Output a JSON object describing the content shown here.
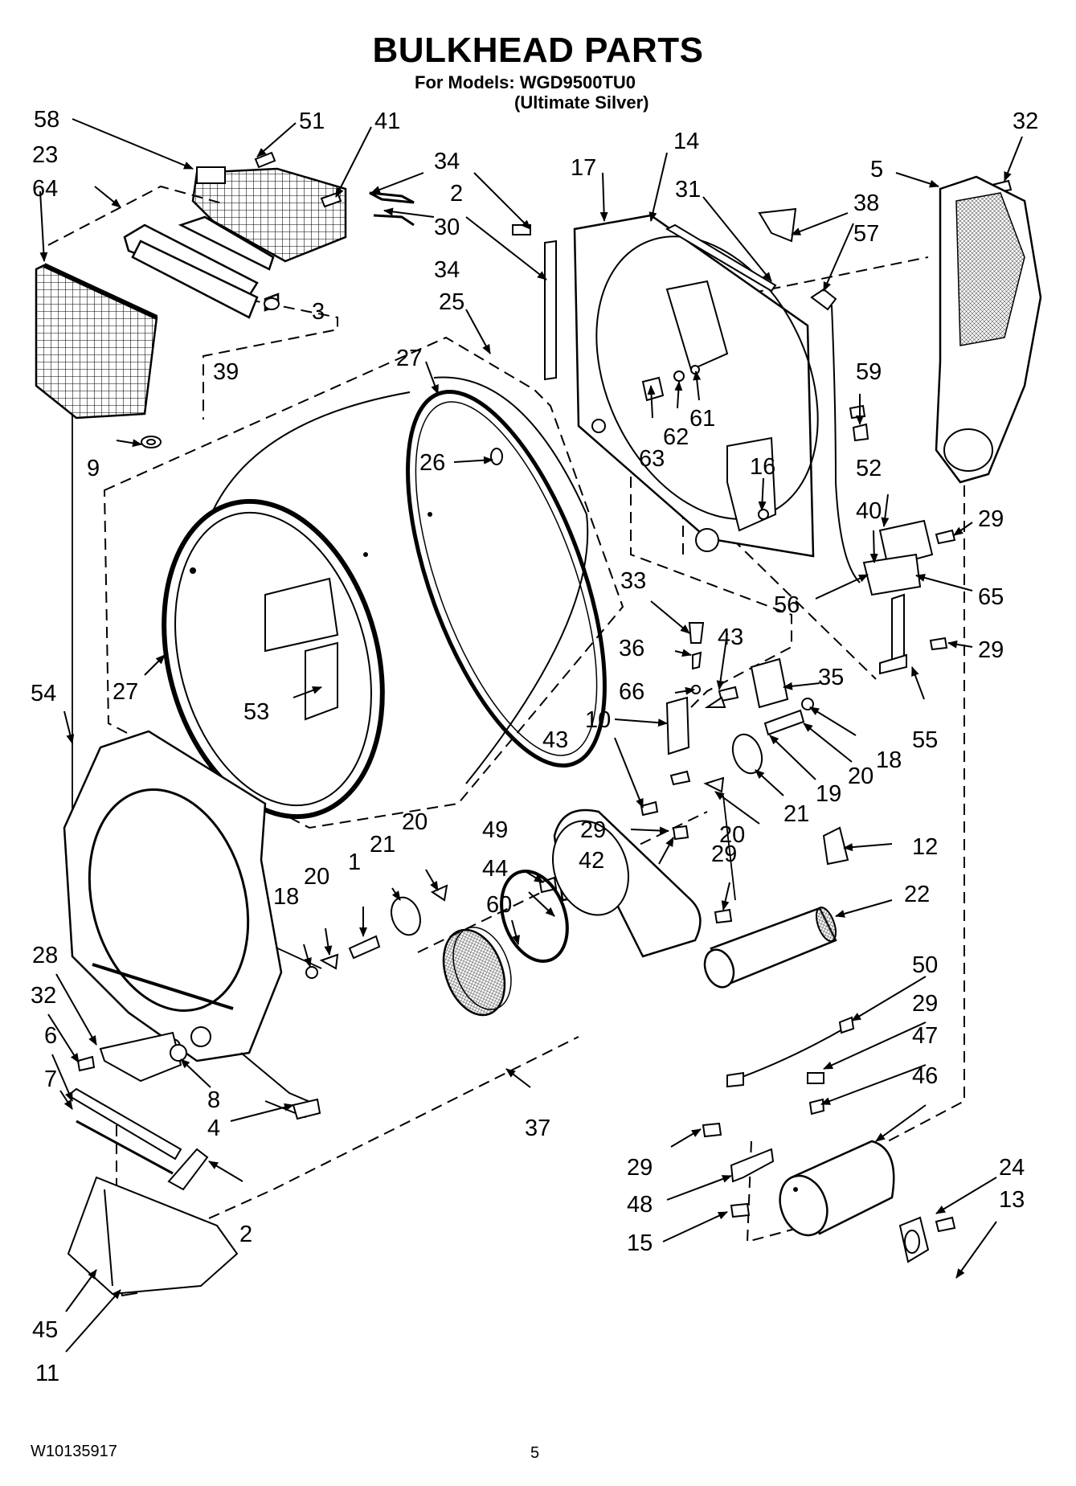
{
  "header": {
    "title": "BULKHEAD PARTS",
    "models": "For Models: WGD9500TU0",
    "variant": "(Ultimate Silver)"
  },
  "footer": {
    "doc_number": "W10135917",
    "page_number": "5"
  },
  "callouts": {
    "c58": "58",
    "c51": "51",
    "c41": "41",
    "c34a": "34",
    "c34b": "34",
    "c23": "23",
    "c64": "64",
    "c3": "3",
    "c39": "39",
    "c2a": "2",
    "c30": "30",
    "c17": "17",
    "c14": "14",
    "c31": "31",
    "c38": "38",
    "c57": "57",
    "c5": "5",
    "c32a": "32",
    "c25": "25",
    "c27a": "27",
    "c27b": "27",
    "c9": "9",
    "c26": "26",
    "c53": "53",
    "c54": "54",
    "c63": "63",
    "c62": "62",
    "c61": "61",
    "c59": "59",
    "c16": "16",
    "c52": "52",
    "c40": "40",
    "c29a": "29",
    "c56": "56",
    "c65": "65",
    "c29b": "29",
    "c33": "33",
    "c36": "36",
    "c43a": "43",
    "c66": "66",
    "c35": "35",
    "c10": "10",
    "c43b": "43",
    "c55": "55",
    "c18a": "18",
    "c20a": "20",
    "c19": "19",
    "c21a": "21",
    "c20b": "20",
    "c12": "12",
    "c49": "49",
    "c29c": "29",
    "c42": "42",
    "c29d": "29",
    "c44": "44",
    "c60": "60",
    "c22": "22",
    "c18b": "18",
    "c20c": "20",
    "c1": "1",
    "c21b": "21",
    "c20d": "20",
    "c28": "28",
    "c32b": "32",
    "c6": "6",
    "c7": "7",
    "c8": "8",
    "c4": "4",
    "c37": "37",
    "c50": "50",
    "c29e": "29",
    "c47": "47",
    "c46": "46",
    "c2b": "2",
    "c45": "45",
    "c11": "11",
    "c29f": "29",
    "c48": "48",
    "c15": "15",
    "c24": "24",
    "c13": "13"
  }
}
